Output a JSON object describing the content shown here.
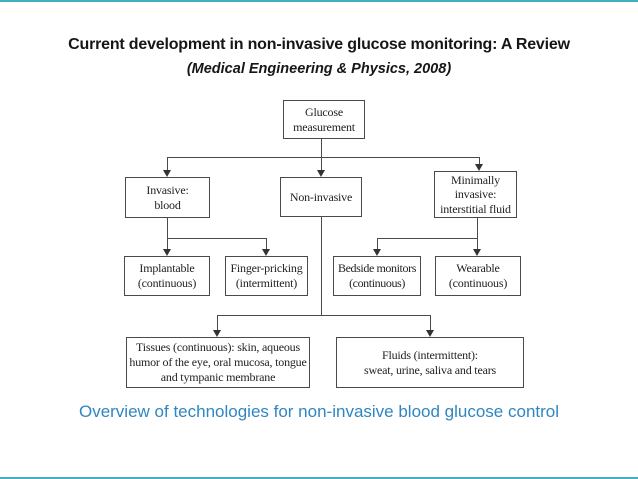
{
  "slide": {
    "title": "Current development in non-invasive glucose monitoring: A Review",
    "subtitle": "(Medical Engineering & Physics, 2008)",
    "caption": "Overview of technologies for non-invasive blood glucose control"
  },
  "colors": {
    "accent_teal": "#3fb0c0",
    "caption_blue": "#2f86c3",
    "connector_gray": "#4a4a4a",
    "title_black": "#161616"
  },
  "flowchart": {
    "nodes": {
      "glucose": "Glucose\nmeasurement",
      "invasive": "Invasive:\nblood",
      "noninvasive": "Non-invasive",
      "minimally": "Minimally\ninvasive:\ninterstitial fluid",
      "implantable": "Implantable\n(continuous)",
      "finger": "Finger-pricking\n(intermittent)",
      "bedside": "Bedside monitors\n(continuous)",
      "wearable": "Wearable\n(continuous)",
      "tissues": "Tissues (continuous): skin, aqueous\nhumor of the eye, oral mucosa, tongue\nand tympanic membrane",
      "fluids": "Fluids (intermittent):\nsweat, urine, saliva and tears"
    }
  }
}
